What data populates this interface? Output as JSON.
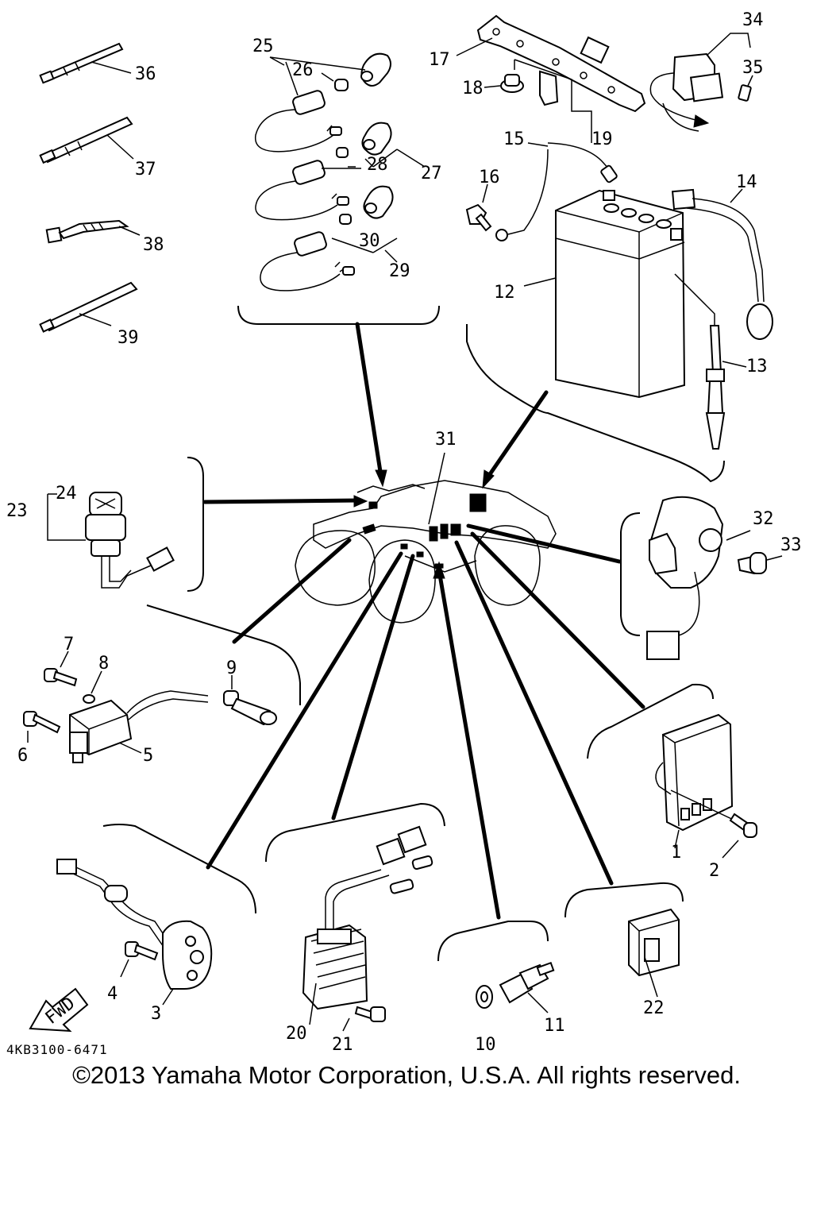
{
  "callouts": [
    "1",
    "2",
    "3",
    "4",
    "5",
    "6",
    "7",
    "8",
    "9",
    "10",
    "11",
    "12",
    "13",
    "14",
    "15",
    "16",
    "17",
    "18",
    "19",
    "20",
    "21",
    "22",
    "23",
    "24",
    "25",
    "26",
    "27",
    "28",
    "29",
    "30",
    "31",
    "32",
    "33",
    "34",
    "35",
    "36",
    "37",
    "38",
    "39"
  ],
  "fwd_label": "FWD",
  "diagram_code": "4KB3100-6471",
  "copyright": "©2013 Yamaha Motor Corporation, U.S.A. All rights reserved."
}
